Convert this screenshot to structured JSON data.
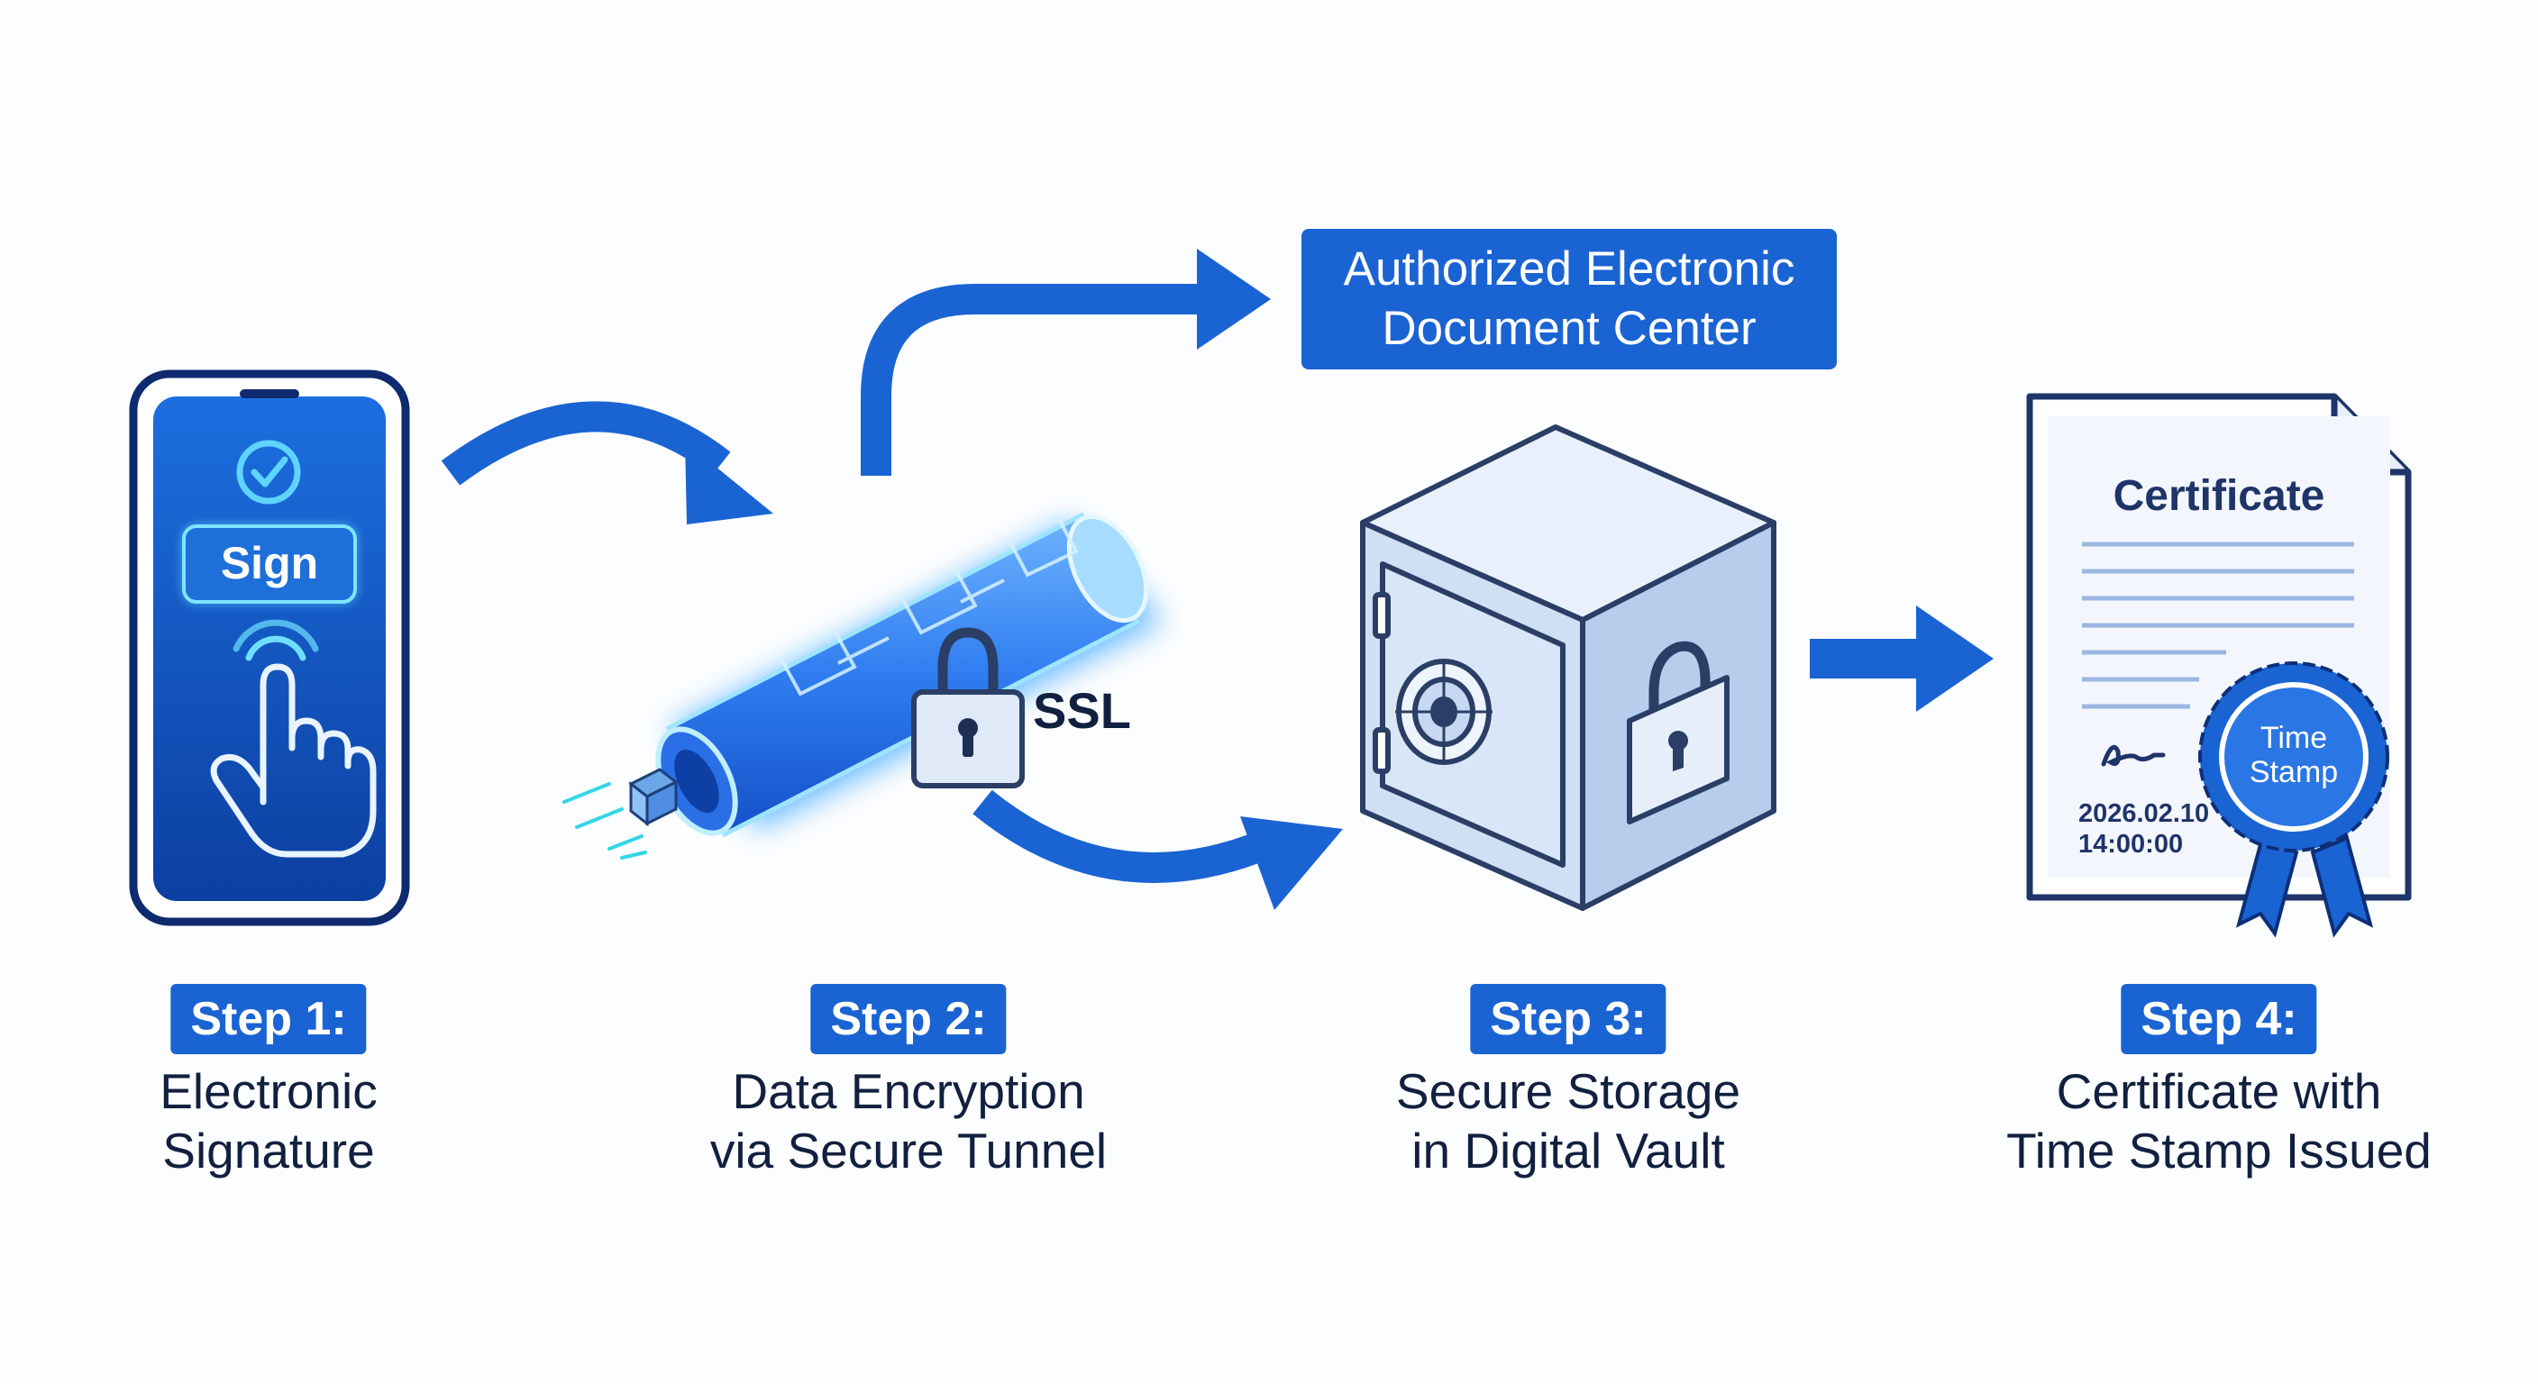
{
  "phone": {
    "button_label": "Sign"
  },
  "tunnel": {
    "ssl_label": "SSL"
  },
  "center": {
    "line1": "Authorized Electronic",
    "line2": "Document Center"
  },
  "certificate": {
    "title": "Certificate",
    "date": "2026.02.10",
    "time": "14:00:00",
    "seal_line1": "Time",
    "seal_line2": "Stamp"
  },
  "steps": [
    {
      "label": "Step 1:",
      "line1": "Electronic",
      "line2": "Signature"
    },
    {
      "label": "Step 2:",
      "line1": "Data Encryption",
      "line2": "via Secure Tunnel"
    },
    {
      "label": "Step 3:",
      "line1": "Secure Storage",
      "line2": "in Digital Vault"
    },
    {
      "label": "Step 4:",
      "line1": "Certificate with",
      "line2": "Time Stamp Issued"
    }
  ],
  "colors": {
    "brand_blue": "#1a63d3",
    "dark_navy": "#12203f",
    "glow_cyan": "#38c9ff",
    "background": "#fcfdfe"
  },
  "icons": [
    "smartphone-icon",
    "check-circle-icon",
    "pointing-hand-icon",
    "padlock-icon",
    "vault-safe-icon",
    "certificate-document-icon",
    "rosette-seal-icon"
  ]
}
